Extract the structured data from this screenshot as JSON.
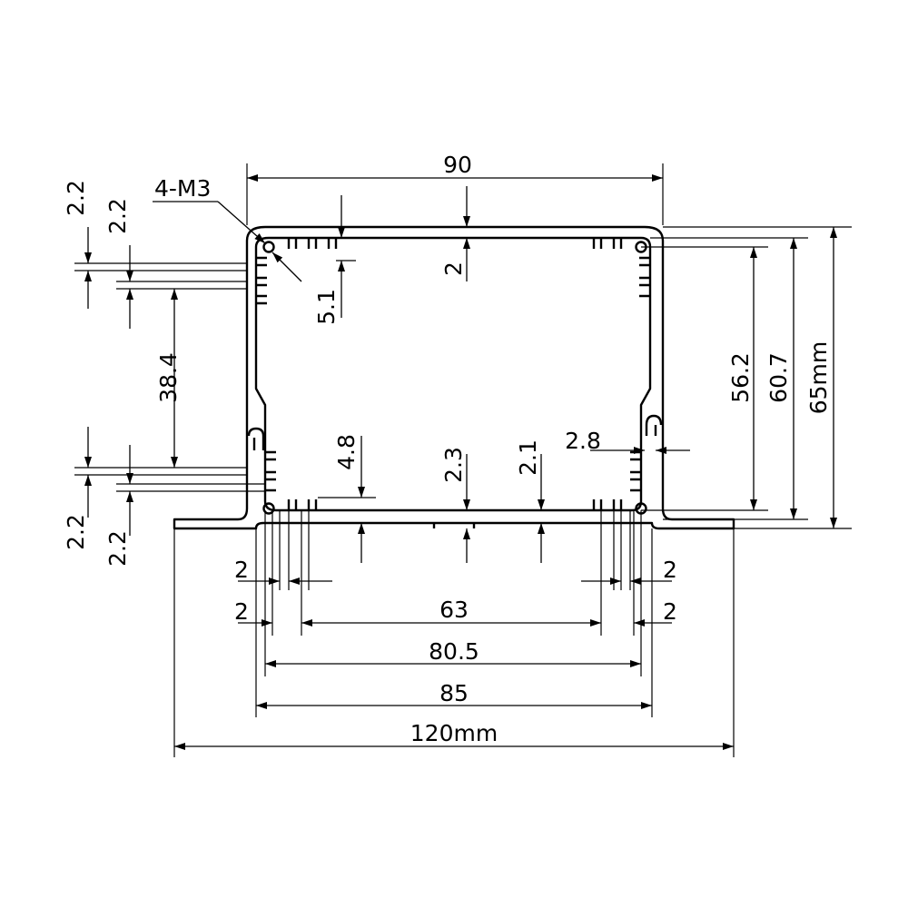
{
  "drawing": {
    "callout": "4-M3",
    "top_width": "90",
    "overall_height": "65mm",
    "inner_height_a": "60.7",
    "inner_height_b": "56.2",
    "top_wall": "2",
    "screw_depth": "5.1",
    "left_top_gap_a": "2.2",
    "left_top_gap_b": "2.2",
    "left_mid": "38.4",
    "left_bot_gap_a": "2.2",
    "left_bot_gap_b": "2.2",
    "fin_depth": "4.8",
    "bottom_wall": "2.3",
    "right_bottom_gap": "2.1",
    "slot_width": "2.8",
    "fin_left_a": "2",
    "fin_left_b": "2",
    "fin_right_a": "2",
    "fin_right_b": "2",
    "width_63": "63",
    "width_80_5": "80.5",
    "width_85": "85",
    "base_width": "120mm"
  }
}
